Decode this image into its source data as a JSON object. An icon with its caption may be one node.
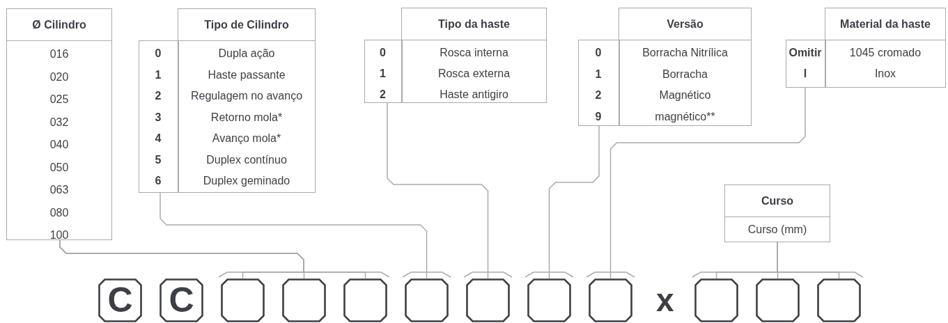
{
  "diagram": {
    "nodes": [
      {
        "text": [
          "Ø Cilindro",
          "016",
          "020",
          "025",
          "032",
          "040",
          "050",
          "063",
          "080",
          "100"
        ]
      },
      {
        "text": [
          "Tipo de Cilindro",
          "0",
          "Dupla ação",
          "1",
          "Haste passante",
          "2",
          "Regulagem no avanço",
          "3",
          "Retorno mola*",
          "4",
          "Avanço mola*",
          "5",
          "Duplex contínuo",
          "6",
          "Duplex geminado"
        ]
      },
      {
        "text": [
          "Tipo da haste",
          "0",
          "Rosca interna",
          "1",
          "Rosca externa",
          "2",
          "Haste antigiro"
        ]
      },
      {
        "text": [
          "Versão",
          "0",
          "Borracha Nitrílica",
          "1",
          "Borracha",
          "2",
          "Magnético",
          "9",
          "magnético**"
        ]
      },
      {
        "text": [
          "Material da haste",
          "Omitir",
          "1045 cromado",
          "I",
          "Inox"
        ]
      },
      {
        "text": [
          "Curso",
          "Curso (mm)"
        ]
      },
      {
        "text": [
          "C"
        ]
      },
      {
        "text": [
          "C"
        ]
      },
      {
        "text": [],
        "shape": "box"
      },
      {
        "text": [],
        "shape": "box"
      },
      {
        "text": [],
        "shape": "box"
      },
      {
        "text": [],
        "shape": "box"
      },
      {
        "text": [],
        "shape": "box"
      },
      {
        "text": [],
        "shape": "box"
      },
      {
        "text": [],
        "shape": "box"
      },
      {
        "text": [],
        "shape": "box"
      },
      {
        "text": [],
        "shape": "box"
      },
      {
        "text": [],
        "shape": "box"
      }
    ],
    "edges": [
      {
        "from": 0,
        "to": 8,
        "arrow": "none"
      },
      {
        "from": 0,
        "to": 9,
        "arrow": "none"
      },
      {
        "from": 0,
        "to": 10,
        "arrow": "none"
      },
      {
        "from": 1,
        "to": 11,
        "arrow": "none"
      },
      {
        "from": 2,
        "to": 12,
        "arrow": "none"
      },
      {
        "from": 3,
        "to": 13,
        "arrow": "none"
      },
      {
        "from": 4,
        "to": 14,
        "arrow": "none"
      },
      {
        "from": 5,
        "to": 15,
        "arrow": "none"
      },
      {
        "from": 5,
        "to": 16,
        "arrow": "none"
      },
      {
        "from": 5,
        "to": 17,
        "arrow": "none"
      }
    ],
    "labels": [
      "x"
    ]
  }
}
